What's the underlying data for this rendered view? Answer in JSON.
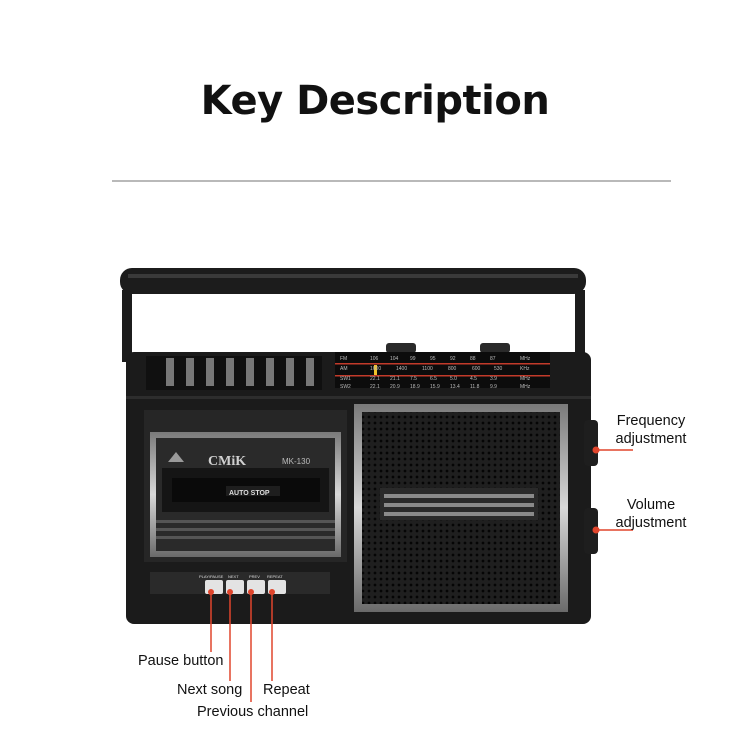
{
  "title": "Key Description",
  "radio": {
    "brand": "CMiK",
    "model": "MK-130",
    "auto_stop": "AUTO STOP",
    "buttons": [
      "PLAY/PAUSE",
      "NEXT",
      "PREV",
      "REPEAT"
    ],
    "dial": {
      "fm_band": "FM",
      "fm_values": [
        "106",
        "104",
        "99",
        "95",
        "92",
        "88",
        "87",
        "MHz"
      ],
      "am_band": "AM",
      "am_values": [
        "1600",
        "1400",
        "1100",
        "800",
        "600",
        "530",
        "KHz"
      ],
      "sw1_band": "SW1",
      "sw1_values": [
        "22.1",
        "21.1",
        "7.5",
        "6.5",
        "5.0",
        "4.5",
        "3.9",
        "MHz"
      ],
      "sw2_band": "SW2",
      "sw2_values": [
        "22.1",
        "20.9",
        "18.9",
        "15.9",
        "13.4",
        "11.8",
        "9.9",
        "MHz"
      ]
    }
  },
  "labels": {
    "frequency": [
      "Frequency",
      "adjustment"
    ],
    "volume": [
      "Volume",
      "adjustment"
    ],
    "pause": "Pause button",
    "next": "Next song",
    "repeat": "Repeat",
    "previous": "Previous channel"
  },
  "colors": {
    "callout": "#e0452c",
    "body": "#1b1b1b",
    "divider": "#b9b9b9"
  }
}
